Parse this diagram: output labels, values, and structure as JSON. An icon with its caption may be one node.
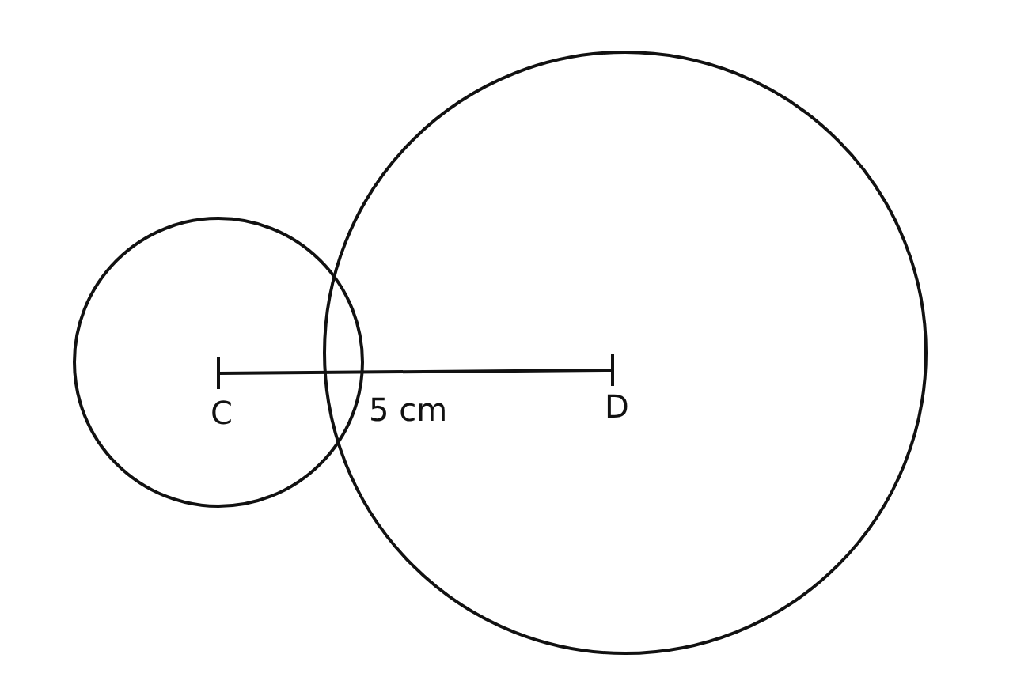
{
  "diagram": {
    "nodes": [
      {
        "text": [
          "C"
        ]
      },
      {
        "text": [
          "D"
        ]
      }
    ],
    "labels": [
      "5 cm"
    ]
  }
}
